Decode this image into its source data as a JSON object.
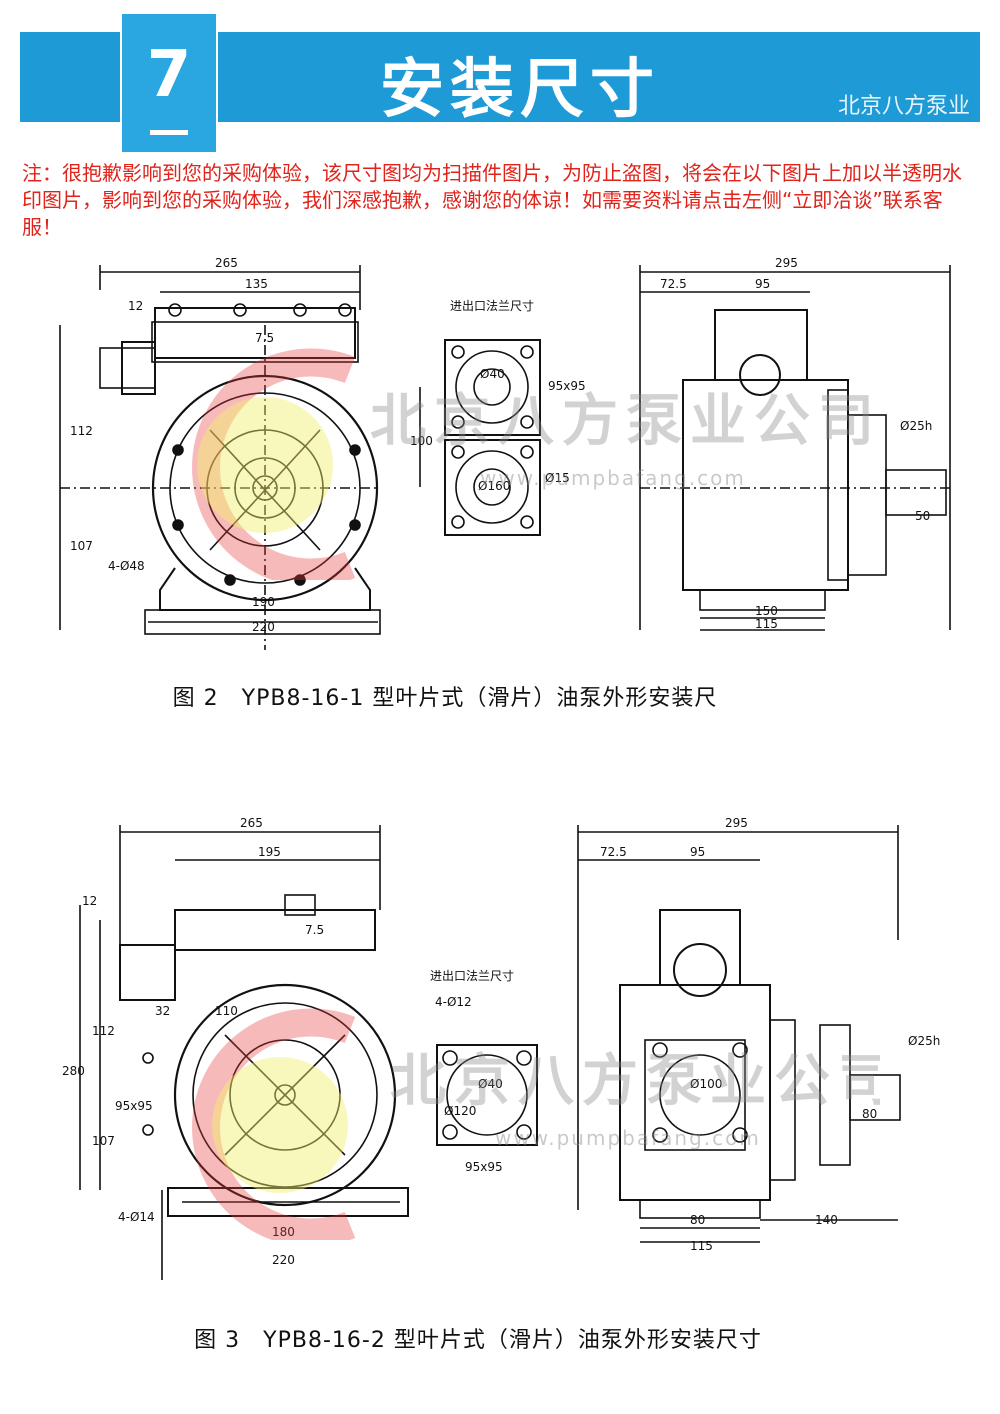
{
  "header": {
    "section_number": "7",
    "title": "安装尺寸",
    "brand": "北京八方泵业"
  },
  "notice": "注：很抱歉影响到您的采购体验，该尺寸图均为扫描件图片，为防止盗图，将会在以下图片上加以半透明水印图片，影响到您的采购体验，我们深感抱歉，感谢您的体谅！如需要资料请点击左侧“立即洽谈”联系客服！",
  "watermark": {
    "text": "北京八方泵业公司",
    "url": "www.pumpbafang.com",
    "colors": {
      "red": "#e83a3a",
      "yellow": "#f2ef6a"
    }
  },
  "figure2": {
    "caption": "图 2　YPB8-16-1 型叶片式（滑片）油泵外形安装尺",
    "flange_label": "进出口法兰尺寸",
    "dims": {
      "overall": "265",
      "top": "135",
      "d12": "12",
      "d75": "7.5",
      "d112": "112",
      "d107": "107",
      "holes": "4-Ø48",
      "d190": "190",
      "d220": "220",
      "d100": "100",
      "flange": "95x95",
      "d40": "Ø40",
      "d160": "Ø160",
      "d15": "Ø15",
      "side_overall": "295",
      "d725": "72.5",
      "d95": "95",
      "shaft": "Ø25h",
      "d50": "50",
      "d150": "150",
      "d115": "115"
    }
  },
  "figure3": {
    "caption": "图 3　YPB8-16-2 型叶片式（滑片）油泵外形安装尺寸",
    "flange_label": "进出口法兰尺寸",
    "dims": {
      "overall": "265",
      "top": "195",
      "d12": "12",
      "d75": "7.5",
      "d280": "280",
      "d112": "112",
      "d110": "110",
      "d32": "32",
      "d107": "107",
      "flange": "95x95",
      "holes": "4-Ø14",
      "d180": "180",
      "d220": "220",
      "fl_holes": "4-Ø12",
      "d40": "Ø40",
      "d100": "Ø100",
      "d120": "Ø120",
      "side_overall": "295",
      "d725": "72.5",
      "d95": "95",
      "shaft": "Ø25h",
      "d80": "80",
      "d80b": "80",
      "d140": "140",
      "d115": "115"
    }
  },
  "colors": {
    "banner": "#1e9ad6",
    "notice": "#e0231b"
  }
}
